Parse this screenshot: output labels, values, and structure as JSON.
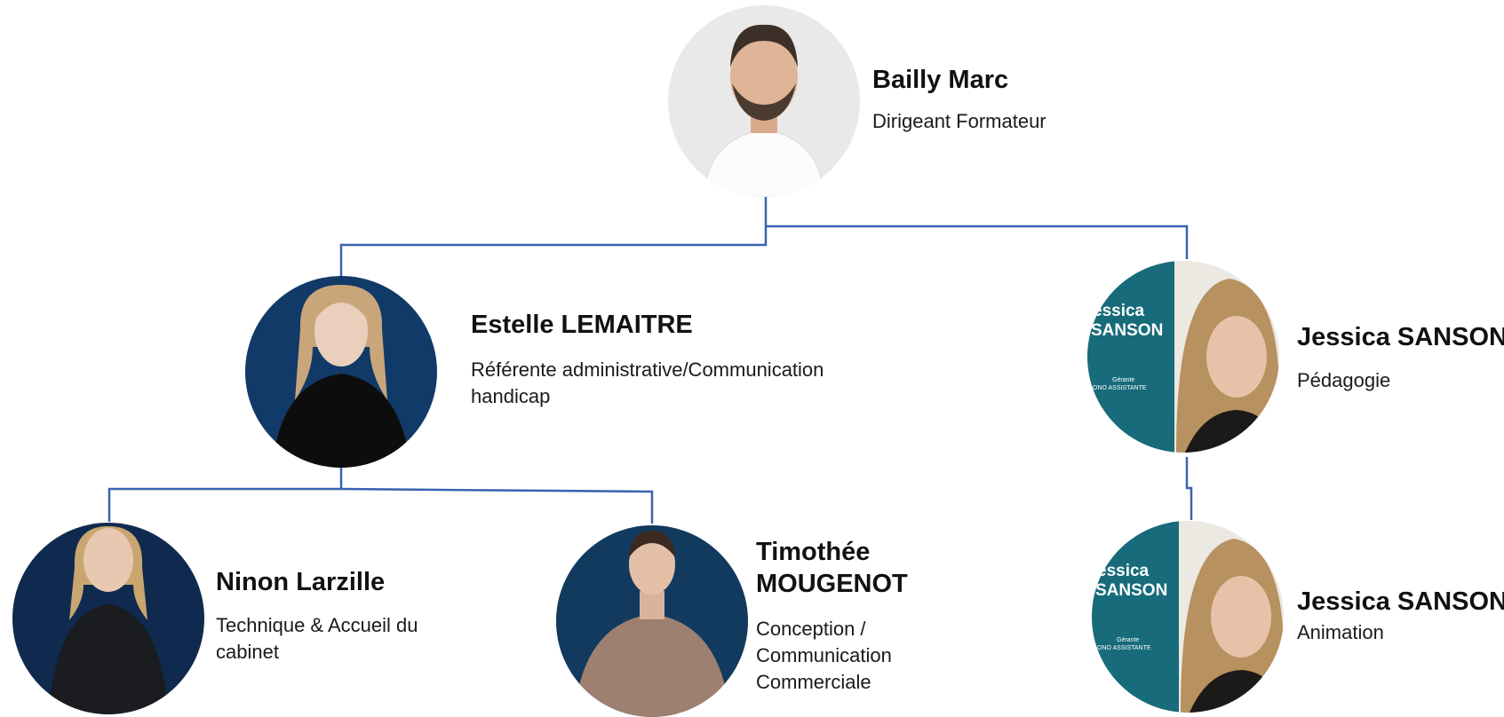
{
  "colors": {
    "connector": "#3a62b0",
    "teal_panel": "#176b7a",
    "navy_bg": "#0f2a4e"
  },
  "org": {
    "director": {
      "name": "Bailly Marc",
      "role": "Dirigeant Formateur",
      "photo_icon": "man-bearded-white-shirt-photo"
    },
    "estelle": {
      "name": "Estelle LEMAITRE",
      "role": "Référente administrative/Communication handicap",
      "photo_icon": "woman-blonde-navy-bg-photo"
    },
    "jessica_pedagogie": {
      "name": "Jessica SANSON",
      "role": "Pédagogie",
      "photo_icon": "woman-card-teal-photo",
      "card_name_line1": "essica",
      "card_name_line2": "SANSON",
      "card_title_line1": "Gérante",
      "card_title_line2": "ONO ASSISTANTE"
    },
    "ninon": {
      "name": "Ninon Larzille",
      "role": "Technique & Accueil du cabinet",
      "photo_icon": "woman-smiling-dark-sweater-photo"
    },
    "timothee": {
      "name": "Timothée MOUGENOT",
      "role": "Conception / Communication Commerciale",
      "photo_icon": "man-brown-sweater-photo"
    },
    "jessica_animation": {
      "name": "Jessica SANSON",
      "role": "Animation",
      "photo_icon": "woman-card-teal-photo",
      "card_name_line1": "essica",
      "card_name_line2": "SANSON",
      "card_title_line1": "Gérante",
      "card_title_line2": "ONO ASSISTANTE"
    }
  }
}
